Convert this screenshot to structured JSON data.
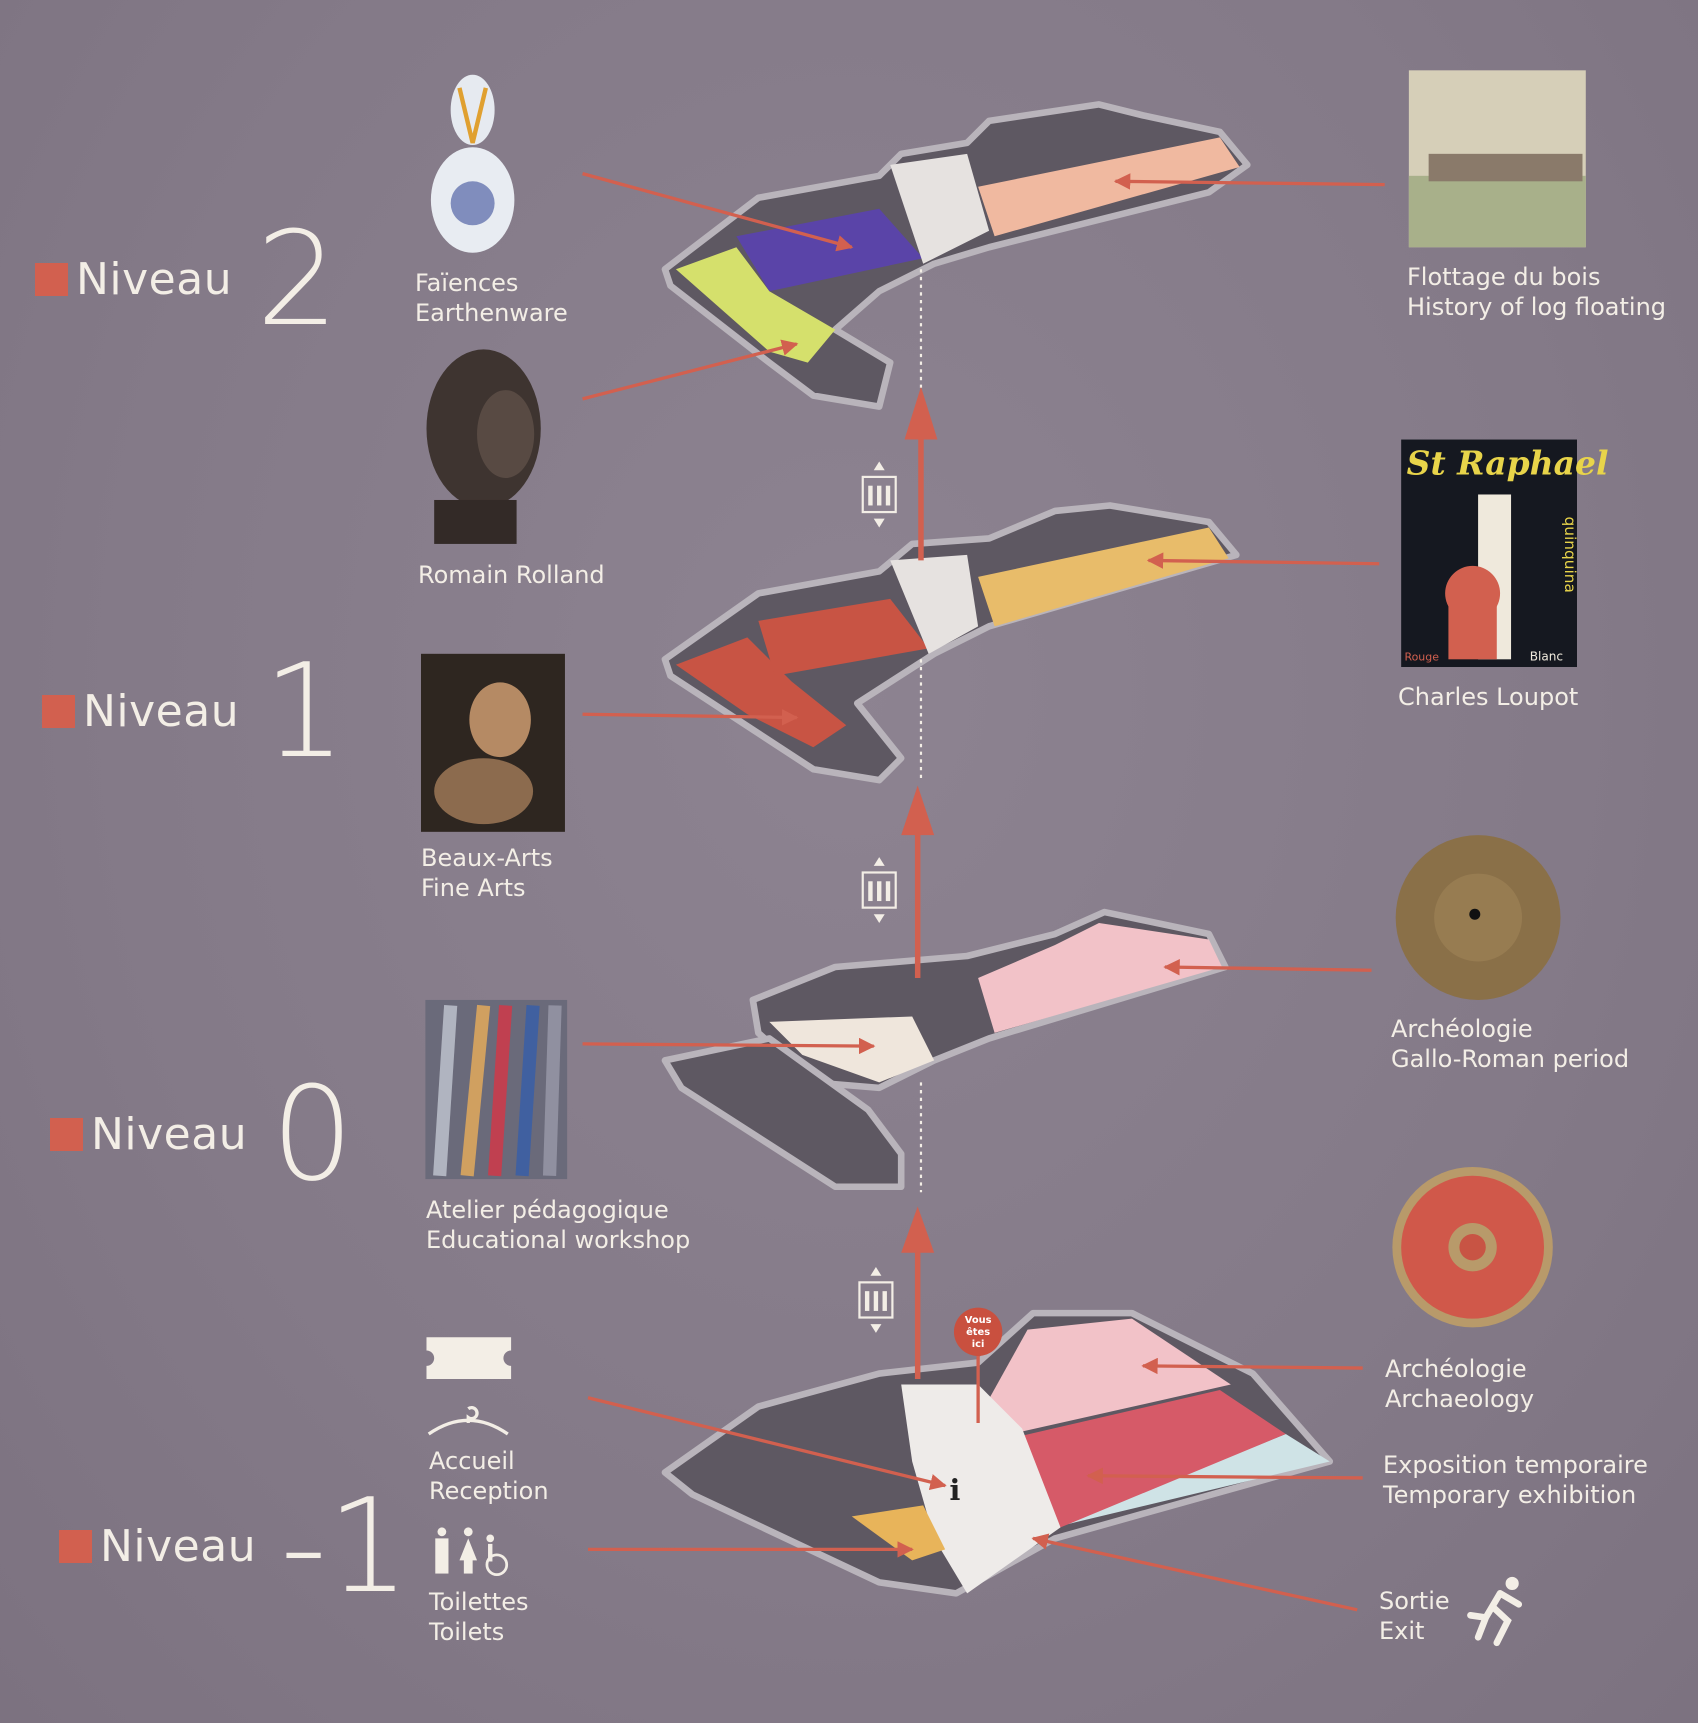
{
  "colors": {
    "accent": "#d2604f",
    "background": "#847a88",
    "text": "#f3eee6"
  },
  "levels": [
    {
      "word": "Niveau",
      "num": "2"
    },
    {
      "word": "Niveau",
      "num": "1"
    },
    {
      "word": "Niveau",
      "num": "0"
    },
    {
      "word": "Niveau",
      "num": "-1"
    }
  ],
  "left": {
    "faiences": {
      "fr": "Faïences",
      "en": "Earthenware",
      "icon": "vase-image"
    },
    "rolland": {
      "fr": "Romain Rolland",
      "icon": "bust-image"
    },
    "beauxarts": {
      "fr": "Beaux-Arts",
      "en": "Fine Arts",
      "icon": "painting-image"
    },
    "atelier": {
      "fr": "Atelier pédagogique",
      "en": "Educational workshop",
      "icon": "brushes-image"
    },
    "accueil": {
      "fr": "Accueil",
      "en": "Reception",
      "icon": "ticket-hanger-icon"
    },
    "toilettes": {
      "fr": "Toilettes",
      "en": "Toilets",
      "icon": "toilets-icon"
    }
  },
  "right": {
    "flottage": {
      "fr": "Flottage du bois",
      "en": "History of log floating"
    },
    "loupot": {
      "fr": "Charles Loupot",
      "poster_title": "St Raphael",
      "poster_side": "quinquina",
      "poster_left": "Rouge",
      "poster_right": "Blanc"
    },
    "gallo": {
      "fr": "Archéologie",
      "en": "Gallo-Roman period"
    },
    "archeo": {
      "fr": "Archéologie",
      "en": "Archaeology"
    },
    "expo": {
      "fr": "Exposition temporaire",
      "en": "Temporary exhibition"
    },
    "sortie": {
      "fr": "Sortie",
      "en": "Exit"
    }
  },
  "marker": {
    "line1": "Vous",
    "line2": "êtes",
    "line3": "ici",
    "info": "i"
  }
}
